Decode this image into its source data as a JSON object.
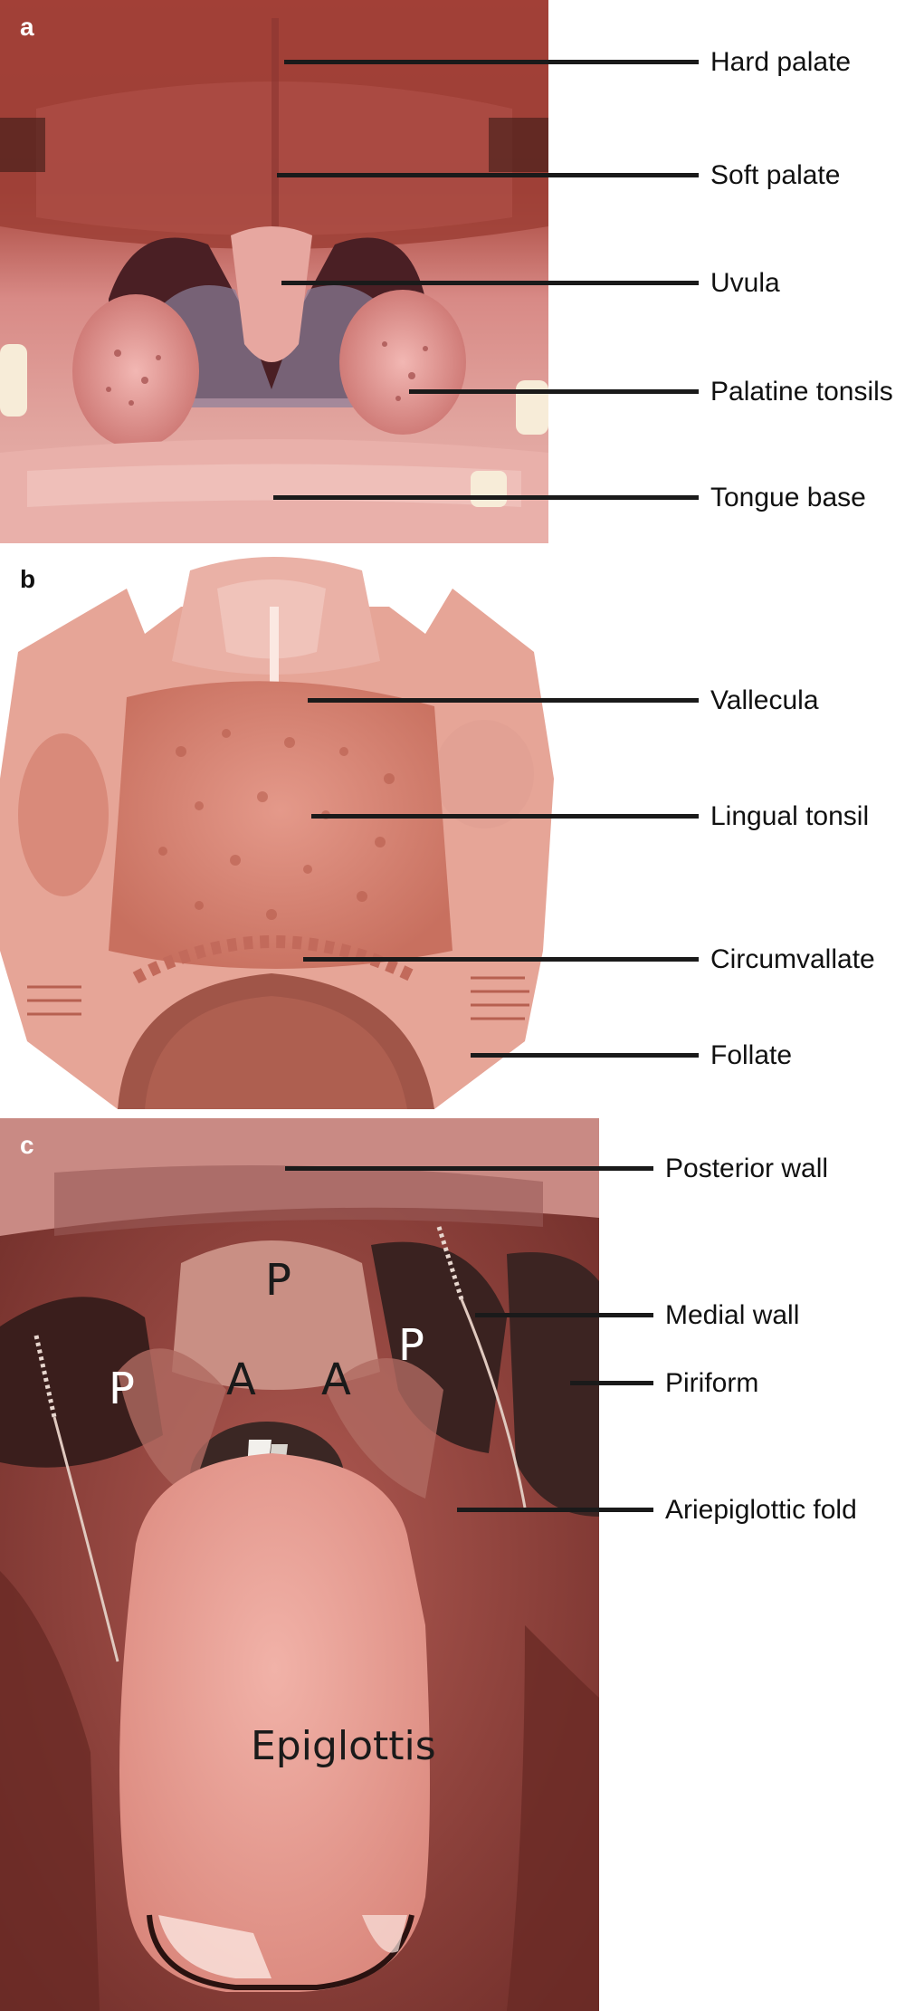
{
  "panels": {
    "a": {
      "letter": "a",
      "labels": [
        "Hard palate",
        "Soft palate",
        "Uvula",
        "Palatine tonsils",
        "Tongue base"
      ]
    },
    "b": {
      "letter": "b",
      "labels": [
        "Vallecula",
        "Lingual tonsil",
        "Circumvallate",
        "Follate"
      ]
    },
    "c": {
      "letter": "c",
      "labels": [
        "Posterior wall",
        "Medial wall",
        "Piriform",
        "Ariepiglottic fold"
      ],
      "overlays": {
        "p_top": "P",
        "p_right": "P",
        "p_left": "P",
        "a_left": "A",
        "a_right": "A",
        "epiglottis": "Epiglottis"
      }
    }
  },
  "colors": {
    "panel_a_base": "#c45a5a",
    "panel_b_base": "#d98a7a",
    "panel_c_base": "#8a3a34",
    "leader": "#1a1a1a"
  }
}
